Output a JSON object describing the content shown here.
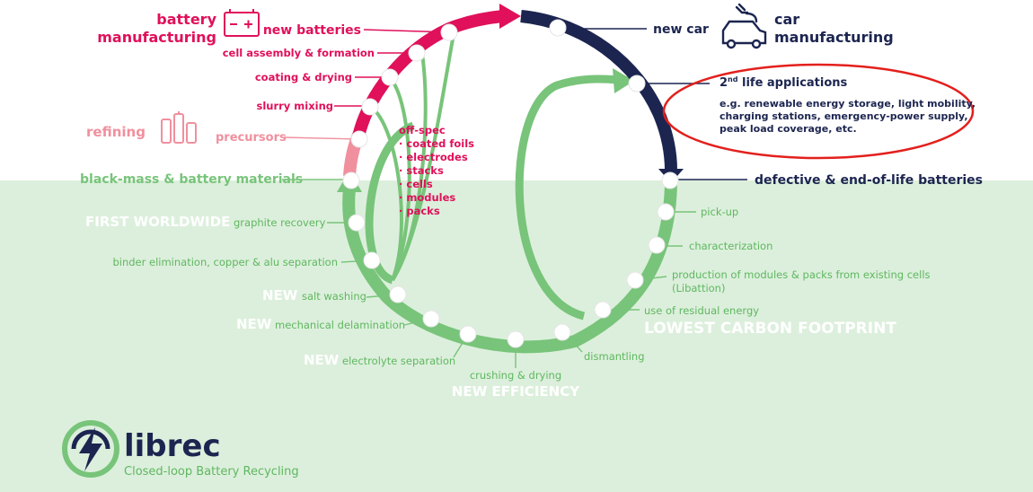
{
  "colors": {
    "pink": "#e0105a",
    "light_pink": "#f0909e",
    "navy": "#1c2550",
    "green": "#78c47a",
    "dark_green": "#5fb760",
    "bg_green": "#dcefdc",
    "red_ellipse": "#e3201c"
  },
  "headings": {
    "battery_manufacturing": [
      "battery",
      "manufacturing"
    ],
    "car_manufacturing": [
      "car",
      "manufacturing"
    ],
    "refining": "refining"
  },
  "stages": {
    "new_batteries": "new batteries",
    "cell_assembly": "cell assembly & formation",
    "coating_drying": "coating & drying",
    "slurry_mixing": "slurry mixing",
    "precursors": "precursors",
    "black_mass": "black-mass & battery materials",
    "new_car": "new car",
    "second_life_title_main": "2",
    "second_life_title_sup": "nd",
    "second_life_title_rest": " life applications",
    "second_life_desc": [
      "e.g. renewable energy storage, light mobility,",
      "charging stations, emergency-power supply,",
      "peak load coverage, etc."
    ],
    "defective": "defective & end-of-life batteries",
    "pick_up": "pick-up",
    "characterization": "characterization",
    "production_modules": [
      "production of modules & packs from existing cells",
      "(Libattion)"
    ],
    "residual_energy": "use of residual energy",
    "lowest_carbon": "LOWEST CARBON FOOTPRINT",
    "dismantling": "dismantling",
    "crushing": "crushing & drying",
    "new_efficiency": "NEW EFFICIENCY",
    "electrolyte": "electrolyte separation",
    "mechanical": "mechanical delamination",
    "salt": "salt washing",
    "binder": "binder elimination, copper & alu separation",
    "graphite": "graphite recovery",
    "first_worldwide": "FIRST WORLDWIDE",
    "new_tag": "NEW"
  },
  "off_spec": {
    "title": "off-spec",
    "items": [
      "· coated foils",
      "· electrodes",
      "· stacks",
      "· cells",
      "· modules",
      "· packs"
    ]
  },
  "icons": [
    "battery-icon",
    "car-plug-icon",
    "cells-icon",
    "libattion-lightning-logo"
  ],
  "brand": {
    "name": "librec",
    "tagline": "Closed-loop Battery Recycling"
  }
}
